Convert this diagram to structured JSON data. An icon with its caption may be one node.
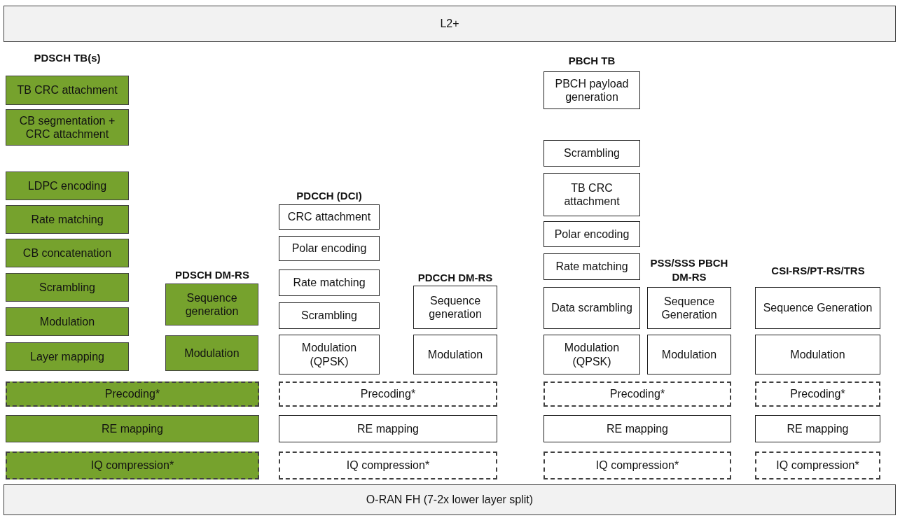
{
  "diagram": {
    "nodes": [
      {
        "text": [
          "L2+"
        ]
      },
      {
        "text": [
          "TB CRC attachment"
        ]
      },
      {
        "text": [
          "CB segmentation + CRC attachment"
        ]
      },
      {
        "text": [
          "LDPC encoding"
        ]
      },
      {
        "text": [
          "Rate matching"
        ]
      },
      {
        "text": [
          "CB concatenation"
        ]
      },
      {
        "text": [
          "Scrambling"
        ]
      },
      {
        "text": [
          "Modulation"
        ]
      },
      {
        "text": [
          "Layer mapping"
        ]
      },
      {
        "text": [
          "Sequence generation"
        ]
      },
      {
        "text": [
          "Modulation"
        ]
      },
      {
        "text": [
          "Precoding*"
        ]
      },
      {
        "text": [
          "RE mapping"
        ]
      },
      {
        "text": [
          "IQ compression*"
        ]
      },
      {
        "text": [
          "CRC attachment"
        ]
      },
      {
        "text": [
          "Polar encoding"
        ]
      },
      {
        "text": [
          "Rate matching"
        ]
      },
      {
        "text": [
          "Scrambling"
        ]
      },
      {
        "text": [
          "Modulation (QPSK)"
        ]
      },
      {
        "text": [
          "Sequence generation"
        ]
      },
      {
        "text": [
          "Modulation"
        ]
      },
      {
        "text": [
          "Precoding*"
        ]
      },
      {
        "text": [
          "RE mapping"
        ]
      },
      {
        "text": [
          "IQ compression*"
        ]
      },
      {
        "text": [
          "PBCH payload generation"
        ]
      },
      {
        "text": [
          "Scrambling"
        ]
      },
      {
        "text": [
          "TB CRC attachment"
        ]
      },
      {
        "text": [
          "Polar encoding"
        ]
      },
      {
        "text": [
          "Rate matching"
        ]
      },
      {
        "text": [
          "Data scrambling"
        ]
      },
      {
        "text": [
          "Modulation (QPSK)"
        ]
      },
      {
        "text": [
          "Sequence Generation"
        ]
      },
      {
        "text": [
          "Modulation"
        ]
      },
      {
        "text": [
          "Precoding*"
        ]
      },
      {
        "text": [
          "RE mapping"
        ]
      },
      {
        "text": [
          "IQ compression*"
        ]
      },
      {
        "text": [
          "Sequence Generation"
        ]
      },
      {
        "text": [
          "Modulation"
        ]
      },
      {
        "text": [
          "Precoding*"
        ]
      },
      {
        "text": [
          "RE mapping"
        ]
      },
      {
        "text": [
          "IQ compression*"
        ]
      },
      {
        "text": [
          "O-RAN FH (7-2x lower layer split)"
        ]
      }
    ],
    "edges": [],
    "labels": [
      "PDSCH TB(s)",
      "PBCH TB",
      "PDCCH (DCI)",
      "PDSCH DM-RS",
      "PSS/SSS PBCH DM-RS",
      "PDCCH DM-RS",
      "CSI-RS/PT-RS/TRS"
    ]
  }
}
